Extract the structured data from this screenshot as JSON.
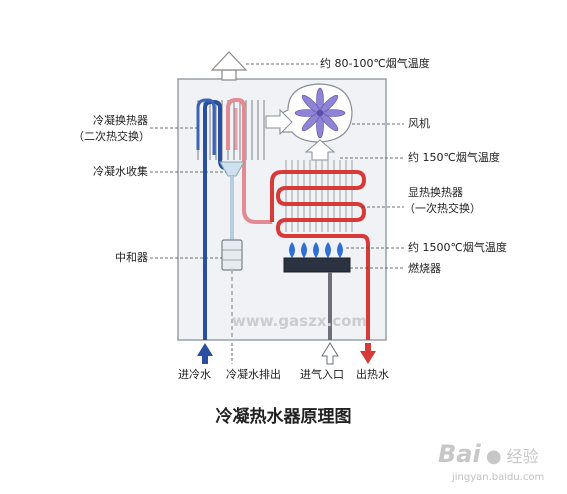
{
  "title": "冷凝热水器原理图",
  "labels_right": {
    "flue_top": "约 80-100℃烟气温度",
    "fan": "风机",
    "flue_mid": "约 150℃烟气温度",
    "sensible_hx_1": "显热换热器",
    "sensible_hx_2": "（一次热交换）",
    "flue_low": "约 1500℃烟气温度",
    "burner": "燃烧器"
  },
  "labels_left": {
    "condensing_hx_1": "冷凝换热器",
    "condensing_hx_2": "（二次热交换）",
    "condensate_collect": "冷凝水收集",
    "neutralizer": "中和器"
  },
  "labels_bottom": {
    "cold_in": "进冷水",
    "condensate_out": "冷凝水排出",
    "gas_in": "进气入口",
    "hot_out": "出热水"
  },
  "watermark_site": "www.gaszx.com",
  "watermark_baidu": "Bai",
  "watermark_baidu_sub": "经验",
  "watermark_baidu_url": "jingyan.baidu.com",
  "colors": {
    "cold": "#2a4fa0",
    "hot": "#d83a3a",
    "flame": "#2f6fd6",
    "casing": "#f0f1f4"
  }
}
